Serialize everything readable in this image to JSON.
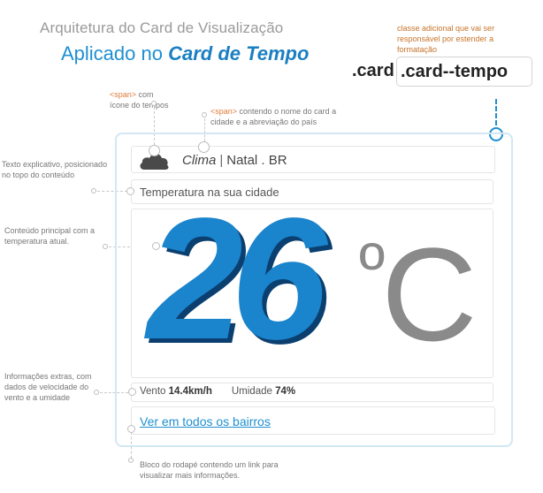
{
  "title": {
    "line1": "Arquitetura do Card de Visualização",
    "line2_prefix": "Aplicado no ",
    "line2_emphasis": "Card de Tempo"
  },
  "annotations": {
    "class_note": "classe adicional que vai ser responsável por estender a formatação",
    "span_icon_tag": "<span>",
    "span_icon_text": " com ícone do tempos",
    "span_city_tag": "<span>",
    "span_city_text": " contendo o nome do card a cidade e a abreviação do país",
    "subtitle_note": "Texto explicativo, posicionado no topo do conteúdo",
    "main_note": "Conteúdo principal com a temperatura atual.",
    "extra_note": "Informações extras, com dados de velocidade do vento e a umidade",
    "footer_note": "Bloco do rodapé contendo um link para visualizar mais informações."
  },
  "css_classes": {
    "base": ".card",
    "modifier": ".card--tempo"
  },
  "card": {
    "header": {
      "icon": "cloud-icon",
      "label": "Clima",
      "separator": "|",
      "location": "Natal . BR"
    },
    "subtitle": "Temperatura na sua cidade",
    "temperature": {
      "value": "26",
      "degree_symbol": "º",
      "unit": "C"
    },
    "info": {
      "wind_label": "Vento",
      "wind_value": "14.4km/h",
      "humidity_label": "Umidade",
      "humidity_value": "74%"
    },
    "footer_link": "Ver em todos os bairros"
  },
  "colors": {
    "accent": "#1f8fd0",
    "temperature": "#1a84cc",
    "temperature_shadow": "#0b3f6f",
    "card_border": "#d2e7f4",
    "note_orange": "#c7742a"
  }
}
